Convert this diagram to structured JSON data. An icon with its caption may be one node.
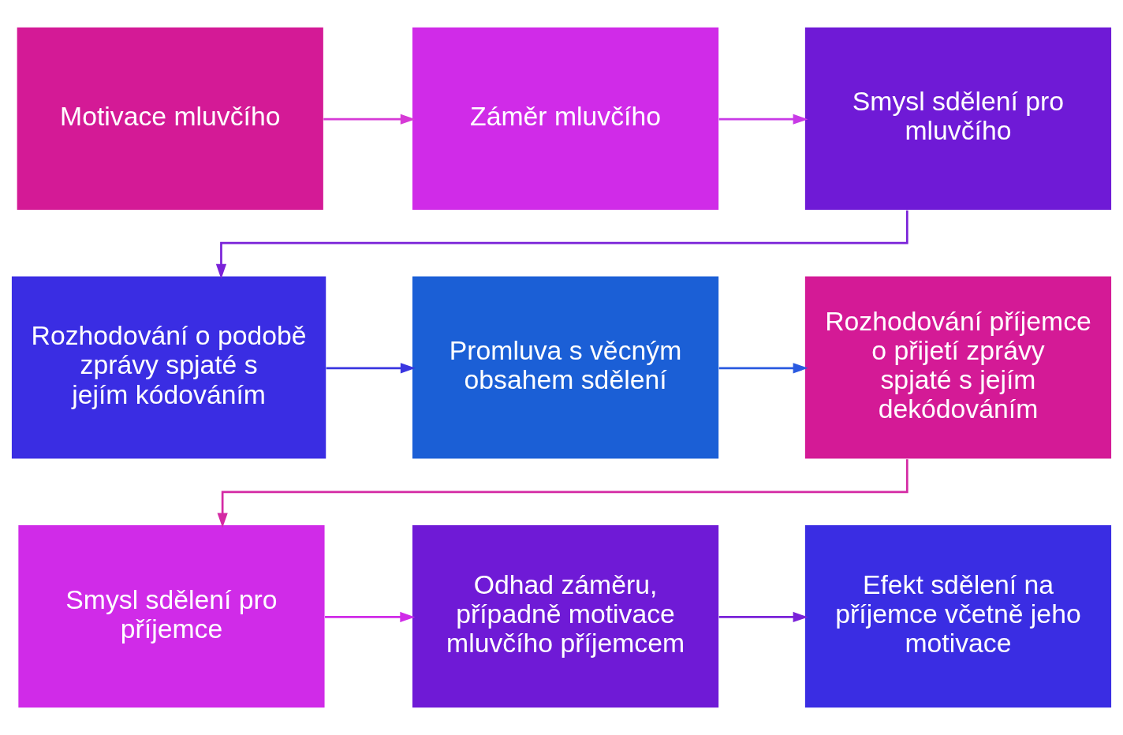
{
  "diagram": {
    "nodes": [
      {
        "text": [
          "Motivace mluvčího"
        ]
      },
      {
        "text": [
          "Záměr mluvčího"
        ]
      },
      {
        "text": [
          "Smysl sdělení pro mluvčího"
        ]
      },
      {
        "text": [
          "Rozhodování o podobě zprávy spjaté s jejím kódováním"
        ]
      },
      {
        "text": [
          "Promluva s věcným obsahem sdělení"
        ]
      },
      {
        "text": [
          "Rozhodování příjemce o přijetí zprávy spjaté s jejím dekódováním"
        ]
      },
      {
        "text": [
          "Smysl sdělení pro příjemce"
        ]
      },
      {
        "text": [
          "Odhad záměru, případně motivace mluvčího příjemcem"
        ]
      },
      {
        "text": [
          "Efekt sdělení na příjemce včetně jeho motivace"
        ]
      }
    ],
    "edges": [
      {
        "from": 0,
        "to": 1,
        "arrow": "to",
        "color": "#d63ad6"
      },
      {
        "from": 1,
        "to": 2,
        "arrow": "to",
        "color": "#c83ae6"
      },
      {
        "from": 2,
        "to": 3,
        "arrow": "to",
        "color": "#7a22d8"
      },
      {
        "from": 3,
        "to": 4,
        "arrow": "to",
        "color": "#3a36e0"
      },
      {
        "from": 4,
        "to": 5,
        "arrow": "to",
        "color": "#2a5ae0"
      },
      {
        "from": 5,
        "to": 6,
        "arrow": "to",
        "color": "#d42aa4"
      },
      {
        "from": 6,
        "to": 7,
        "arrow": "to",
        "color": "#d02be8"
      },
      {
        "from": 7,
        "to": 8,
        "arrow": "to",
        "color": "#7a22d8"
      }
    ]
  }
}
